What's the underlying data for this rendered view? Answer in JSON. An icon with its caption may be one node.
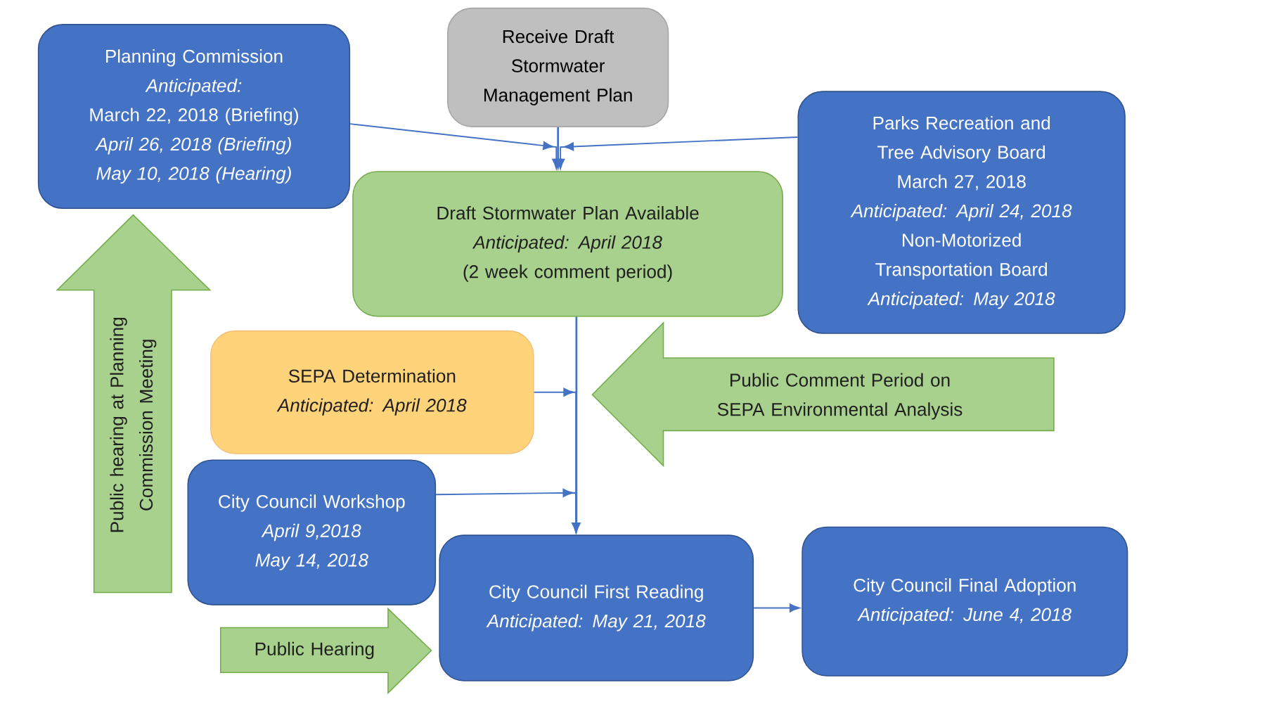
{
  "diagram": {
    "nodes": [
      {
        "text": [
          "Planning Commission",
          "Anticipated:",
          "March 22, 2018 (Briefing)",
          "April 26, 2018 (Briefing)",
          "May 10, 2018 (Hearing)"
        ]
      },
      {
        "text": [
          "Receive Draft Stormwater Management Plan"
        ]
      },
      {
        "text": [
          "Parks Recreation and Tree Advisory Board",
          "March 27, 2018",
          "Anticipated: April 24, 2018",
          "Non-Motorized Transportation Board",
          "Anticipated: May 2018"
        ]
      },
      {
        "text": [
          "Draft Stormwater Plan Available",
          "Anticipated: April 2018",
          "(2 week comment period)"
        ]
      },
      {
        "text": [
          "Public hearing at Planning Commission Meeting"
        ]
      },
      {
        "text": [
          "SEPA Determination",
          "Anticipated: April 2018"
        ]
      },
      {
        "text": [
          "Public Comment Period on SEPA Environmental Analysis"
        ]
      },
      {
        "text": [
          "City Council Workshop",
          "April 9,2018",
          "May 14, 2018"
        ]
      },
      {
        "text": [
          "Public Hearing"
        ]
      },
      {
        "text": [
          "City Council First Reading",
          "Anticipated: May 21, 2018"
        ]
      },
      {
        "text": [
          "City Council Final Adoption",
          "Anticipated: June 4, 2018"
        ]
      }
    ],
    "edges": [
      {
        "from": 0,
        "to": 3,
        "arrow": "to"
      },
      {
        "from": 1,
        "to": 3,
        "arrow": "to"
      },
      {
        "from": 2,
        "to": 3,
        "arrow": "to"
      },
      {
        "from": 3,
        "to": 9,
        "arrow": "to"
      },
      {
        "from": 5,
        "to": 9,
        "arrow": "to"
      },
      {
        "from": 7,
        "to": 9,
        "arrow": "to"
      },
      {
        "from": 9,
        "to": 10,
        "arrow": "to"
      }
    ]
  }
}
